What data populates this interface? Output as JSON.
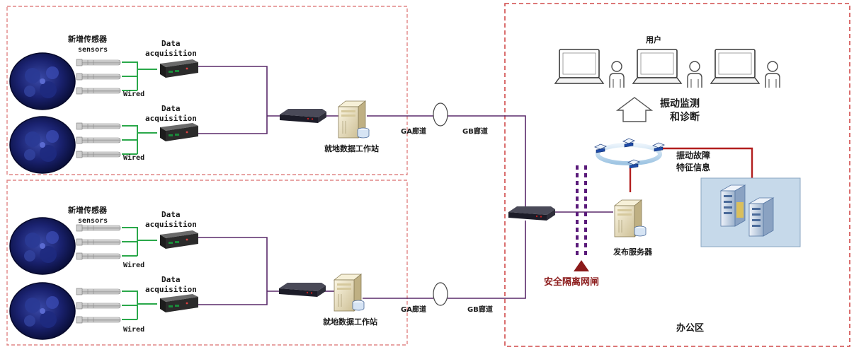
{
  "field_sites": [
    {
      "rows": [
        {
          "sensor_title": "新增传感器",
          "sensor_subtitle": "sensors",
          "wired": "Wired",
          "daq_line1": "Data",
          "daq_line2": "acquisition"
        },
        {
          "sensor_title": "",
          "sensor_subtitle": "",
          "wired": "Wired",
          "daq_line1": "Data",
          "daq_line2": "acquisition"
        }
      ],
      "workstation": "就地数据工作站",
      "corridor_ga": "GA廊道",
      "corridor_gb": "GB廊道"
    },
    {
      "rows": [
        {
          "sensor_title": "新增传感器",
          "sensor_subtitle": "sensors",
          "wired": "Wired",
          "daq_line1": "Data",
          "daq_line2": "acquisition"
        },
        {
          "sensor_title": "",
          "sensor_subtitle": "",
          "wired": "Wired",
          "daq_line1": "Data",
          "daq_line2": "acquisition"
        }
      ],
      "workstation": "就地数据工作站",
      "corridor_ga": "GA廊道",
      "corridor_gb": "GB廊道"
    }
  ],
  "office": {
    "users_label": "用户",
    "monitoring_line1": "振动监测",
    "monitoring_line2": "和诊断",
    "fault_line1": "振动故障",
    "fault_line2": "特征信息",
    "publish_server": "发布服务器",
    "gateway": "安全隔离网闸",
    "area_label": "办公区"
  },
  "colors": {
    "dashed_border": "#e08585",
    "link_purple": "#5a2a6a",
    "wire_green": "#2aa84a",
    "gateway_red": "#8b1a1a",
    "gateway_dots": "#5a1a7a",
    "server_panel": "#c6d9ea",
    "red_link": "#b21e1e"
  }
}
